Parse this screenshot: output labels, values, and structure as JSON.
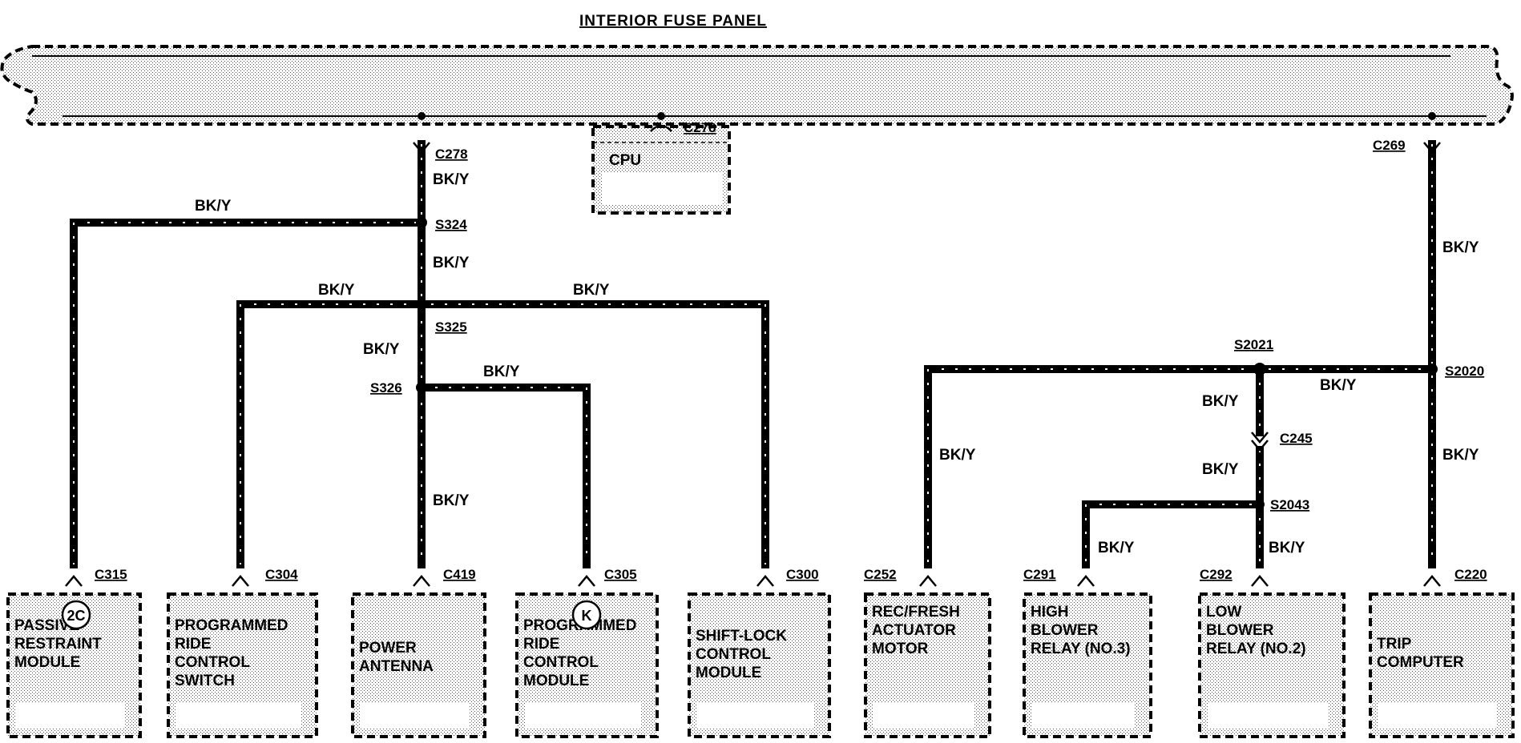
{
  "title": "INTERIOR FUSE PANEL",
  "wire_color": "BK/Y",
  "cpu_label": "CPU",
  "connectors": {
    "c278_left": "C278",
    "c278_right": "C278",
    "c269": "C269",
    "c315": "C315",
    "c304": "C304",
    "c419": "C419",
    "c305": "C305",
    "c300": "C300",
    "c252": "C252",
    "c291": "C291",
    "c292": "C292",
    "c220": "C220",
    "c245": "C245"
  },
  "splices": {
    "s324": "S324",
    "s325": "S325",
    "s326": "S326",
    "s2021": "S2021",
    "s2020": "S2020",
    "s2043": "S2043"
  },
  "badges": {
    "passive_restraint": "2C",
    "programmed_ride_control_module": "K"
  },
  "components": [
    {
      "id": "passive-restraint-module",
      "lines": [
        "PASSIVE",
        "RESTRAINT",
        "MODULE"
      ]
    },
    {
      "id": "programmed-ride-control-switch",
      "lines": [
        "PROGRAMMED",
        "RIDE",
        "CONTROL",
        "SWITCH"
      ]
    },
    {
      "id": "power-antenna",
      "lines": [
        "POWER",
        "ANTENNA"
      ]
    },
    {
      "id": "programmed-ride-control-module",
      "lines": [
        "PROGRAMMED",
        "RIDE",
        "CONTROL",
        "MODULE"
      ]
    },
    {
      "id": "shift-lock-control-module",
      "lines": [
        "SHIFT-LOCK",
        "CONTROL",
        "MODULE"
      ]
    },
    {
      "id": "rec-fresh-actuator-motor",
      "lines": [
        "REC/FRESH",
        "ACTUATOR",
        "MOTOR"
      ]
    },
    {
      "id": "high-blower-relay",
      "lines": [
        "HIGH",
        "BLOWER",
        "RELAY (NO.3)"
      ]
    },
    {
      "id": "low-blower-relay",
      "lines": [
        "LOW",
        "BLOWER",
        "RELAY (NO.2)"
      ]
    },
    {
      "id": "trip-computer",
      "lines": [
        "TRIP",
        "COMPUTER"
      ]
    }
  ]
}
